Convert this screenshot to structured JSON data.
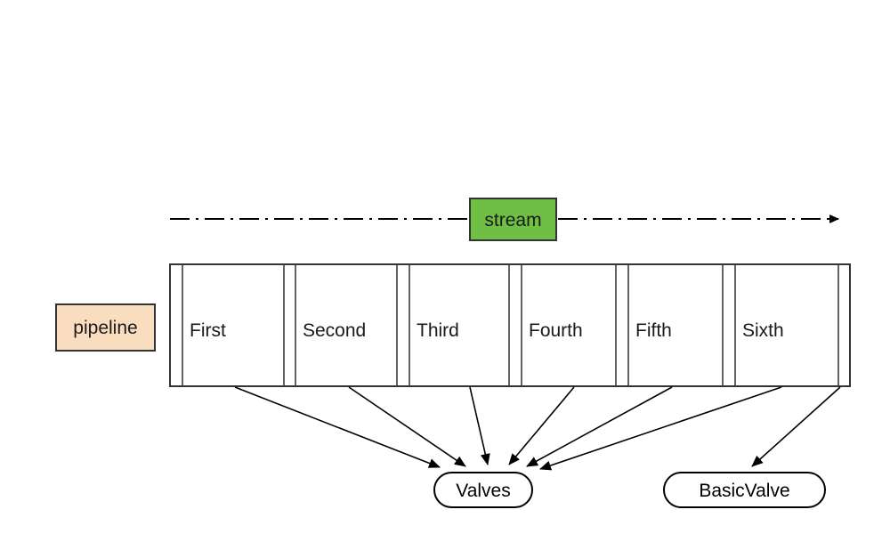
{
  "diagram": {
    "type": "pipeline-valve-diagram",
    "background_color": "#ffffff",
    "stream": {
      "label": "stream",
      "fill_color": "#6fbf44",
      "stroke_color": "#333333",
      "arrow_direction": "right"
    },
    "pipeline": {
      "label": "pipeline",
      "fill_color": "#fadcbe",
      "stroke_color": "#333333",
      "segments": [
        {
          "label": "First"
        },
        {
          "label": "Second"
        },
        {
          "label": "Third"
        },
        {
          "label": "Fourth"
        },
        {
          "label": "Fifth"
        },
        {
          "label": "Sixth"
        }
      ]
    },
    "nodes": [
      {
        "id": "valves",
        "label": "Valves",
        "shape": "stadium"
      },
      {
        "id": "basicvalve",
        "label": "BasicValve",
        "shape": "stadium"
      }
    ],
    "edges": [
      {
        "from": "First",
        "to": "Valves"
      },
      {
        "from": "Second",
        "to": "Valves"
      },
      {
        "from": "Third",
        "to": "Valves"
      },
      {
        "from": "Fourth",
        "to": "Valves"
      },
      {
        "from": "Fifth",
        "to": "Valves"
      },
      {
        "from": "Sixth",
        "to": "Valves"
      },
      {
        "from": "Sixth",
        "to": "BasicValve"
      }
    ]
  }
}
